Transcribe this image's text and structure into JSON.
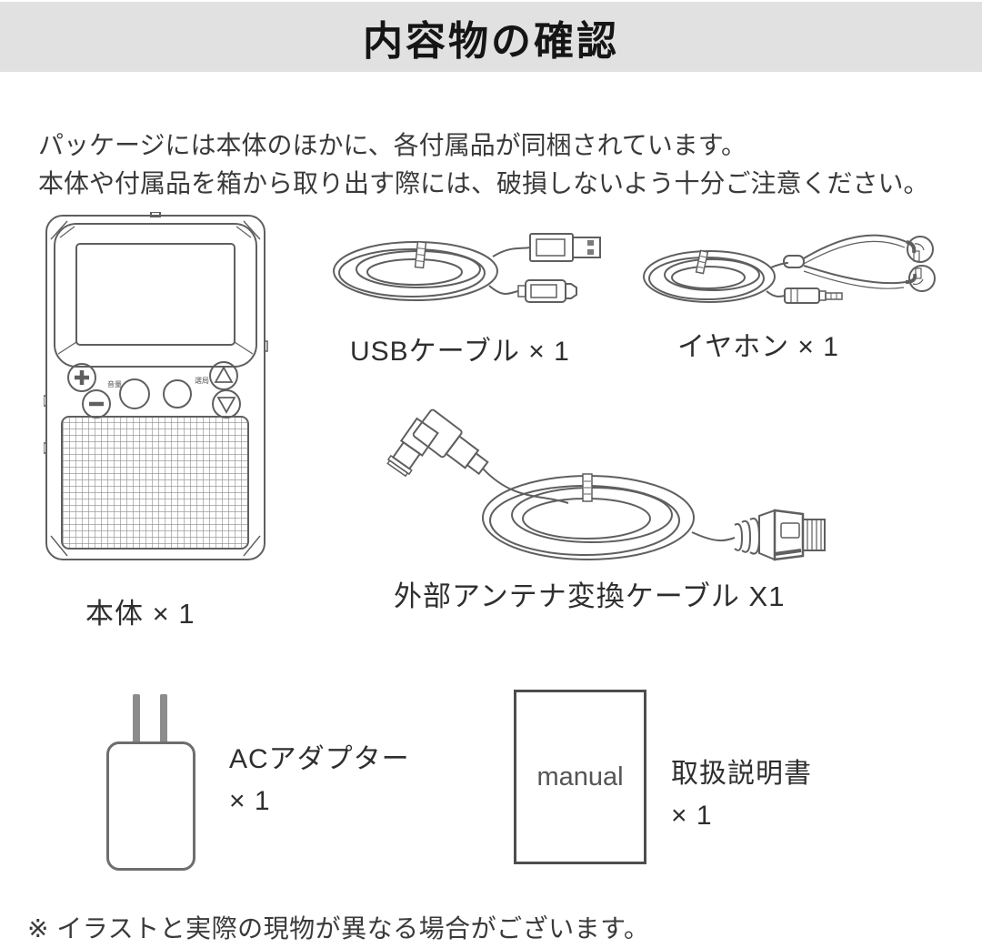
{
  "header": {
    "title": "内容物の確認"
  },
  "intro": {
    "line1": "パッケージには本体のほかに、各付属品が同梱されています。",
    "line2": "本体や付属品を箱から取り出す際には、破損しないよう十分ご注意ください。"
  },
  "items": {
    "device": {
      "label": "本体 × 1",
      "btn_volume": "音量",
      "btn_tuning": "選局"
    },
    "usb": {
      "label": "USBケーブル × 1"
    },
    "earphone": {
      "label": "イヤホン × 1"
    },
    "antenna": {
      "label": "外部アンテナ変換ケーブル X1"
    },
    "ac": {
      "line1": "ACアダプター",
      "line2": "× 1"
    },
    "manual": {
      "cover": "manual",
      "line1": "取扱説明書",
      "line2": "× 1"
    }
  },
  "footnote": "※ イラストと実際の現物が異なる場合がございます。",
  "colors": {
    "header_bg": "#e1e1e1",
    "title_text": "#151515",
    "body_text": "#3a3a3a",
    "line_art": "#5f5f5f"
  }
}
